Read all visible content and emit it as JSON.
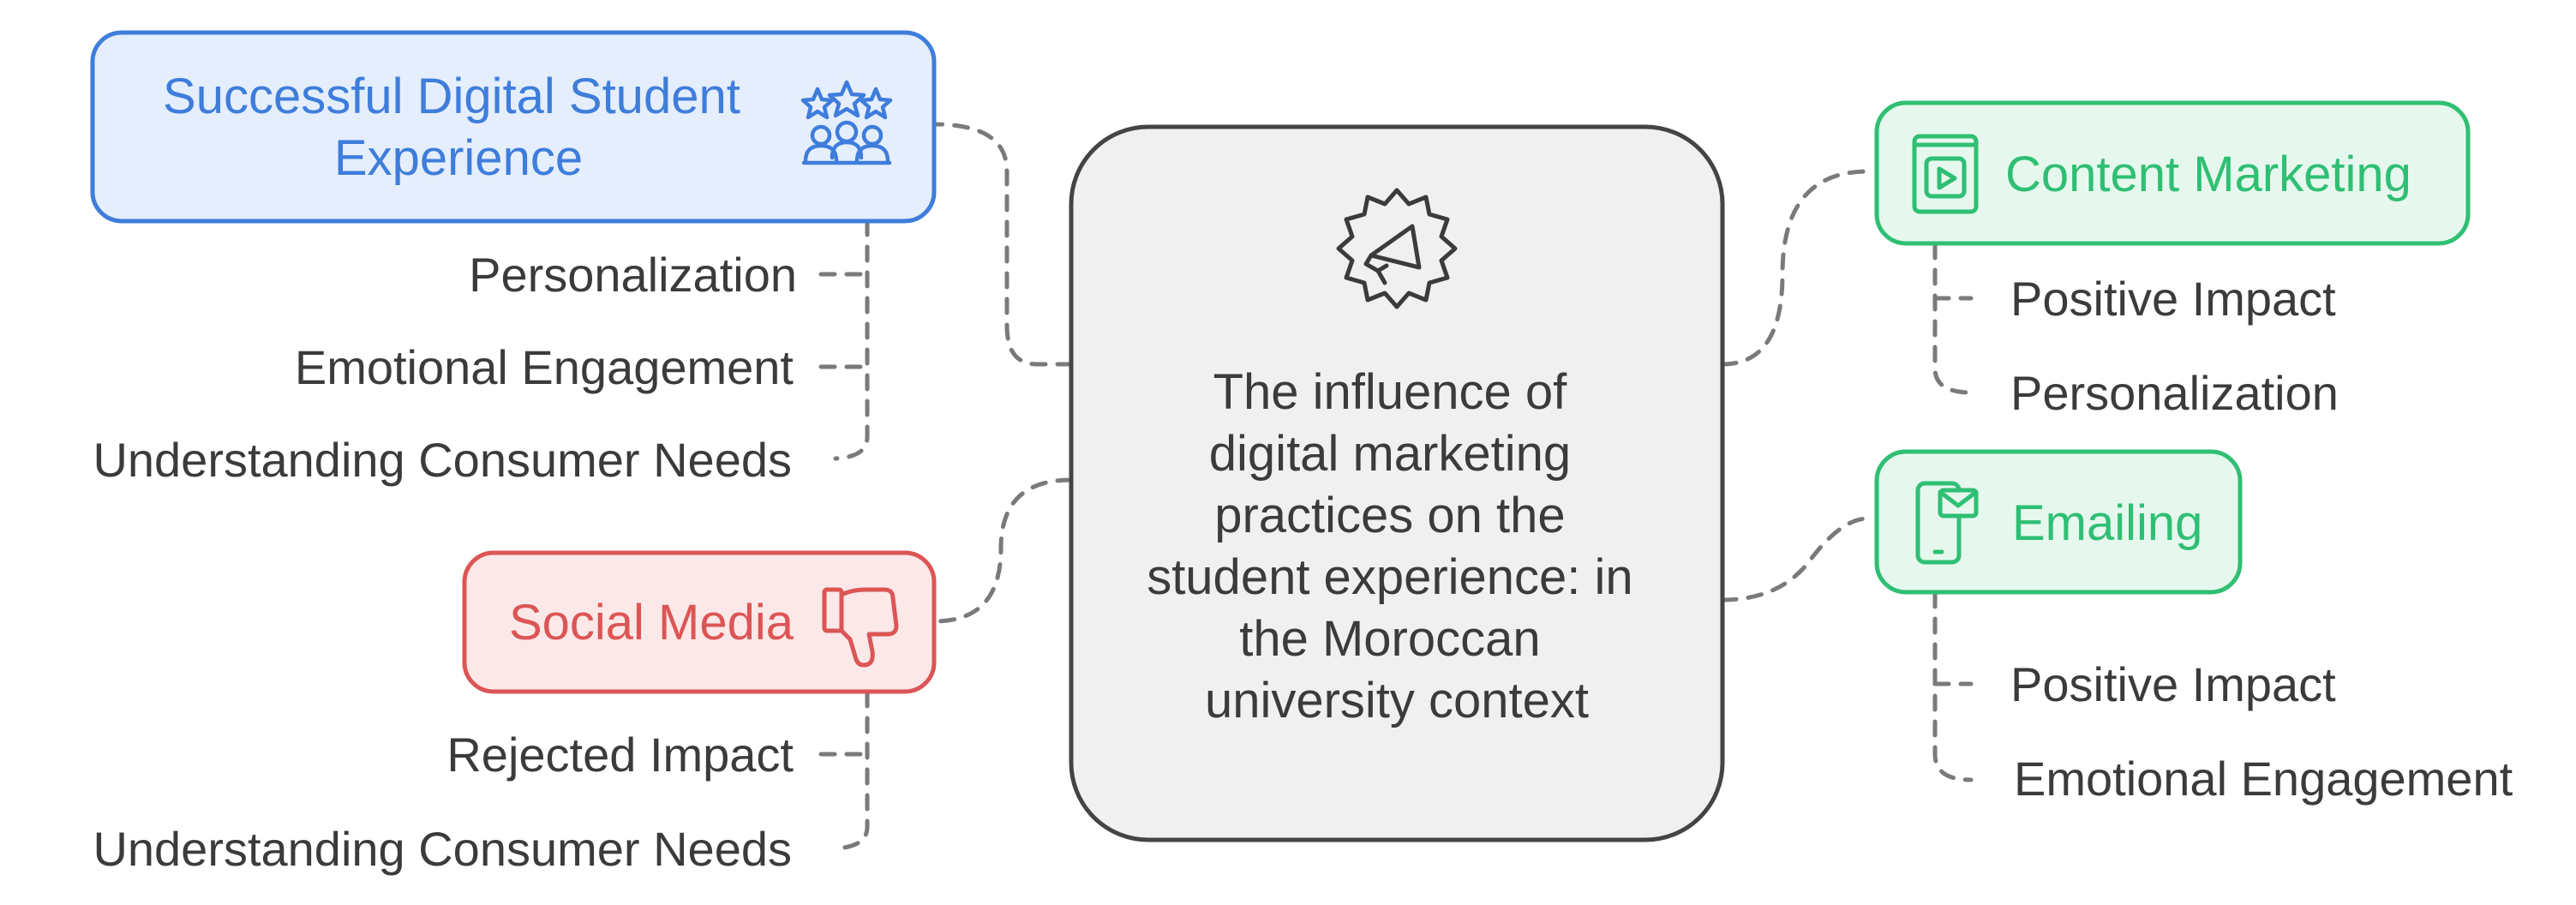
{
  "center": {
    "lines": [
      "The influence of",
      "digital marketing",
      "practices on the",
      "student experience: in",
      "the Moroccan",
      "university context"
    ],
    "icon": "megaphone-gear-icon"
  },
  "nodes": {
    "success": {
      "lines": [
        "Successful Digital Student",
        "Experience"
      ],
      "icon": "stars-people-icon",
      "color": "#3e7ddb",
      "fill": "#e5eefc",
      "children": [
        "Personalization",
        "Emotional Engagement",
        "Understanding Consumer Needs"
      ]
    },
    "social": {
      "label": "Social Media",
      "icon": "thumbs-down-icon",
      "color": "#dc5555",
      "fill": "#fce8e8",
      "children": [
        "Rejected Impact",
        "Understanding Consumer Needs"
      ]
    },
    "content": {
      "label": "Content Marketing",
      "icon": "video-book-icon",
      "color": "#2fbf73",
      "fill": "#e6f8ee",
      "children": [
        "Positive Impact",
        "Personalization"
      ]
    },
    "email": {
      "label": "Emailing",
      "icon": "phone-mail-icon",
      "color": "#2fbf73",
      "fill": "#e6f8ee",
      "children": [
        "Positive Impact",
        "Emotional Engagement"
      ]
    }
  }
}
